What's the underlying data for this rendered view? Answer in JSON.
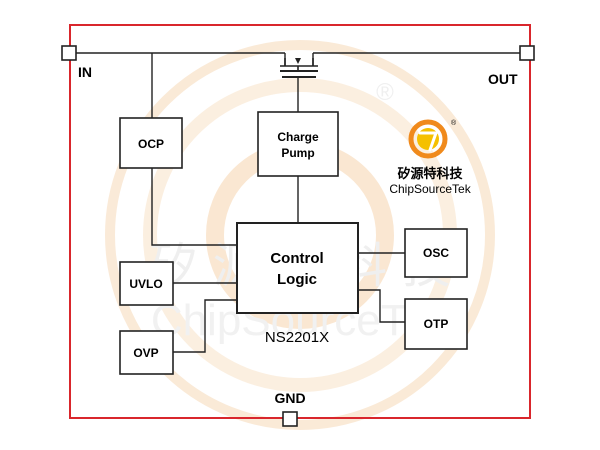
{
  "colors": {
    "border": "#d9262c",
    "wire": "#222222",
    "watermark": "#f3c9a0",
    "logo_orange": "#f08a1c",
    "logo_yellow": "#f5c000"
  },
  "pins": {
    "in": "IN",
    "out": "OUT",
    "gnd": "GND"
  },
  "blocks": {
    "ocp": "OCP",
    "charge_pump_line1": "Charge",
    "charge_pump_line2": "Pump",
    "control_line1": "Control",
    "control_line2": "Logic",
    "uvlo": "UVLO",
    "ovp": "OVP",
    "osc": "OSC",
    "otp": "OTP"
  },
  "part_number": "NS2201X",
  "logo": {
    "chinese": "矽源特科技",
    "english": "ChipSourceTek",
    "registered": "®"
  },
  "watermark": {
    "chinese": "矽 源 特 科 技",
    "english": "ChipSourceTek",
    "registered": "®"
  }
}
